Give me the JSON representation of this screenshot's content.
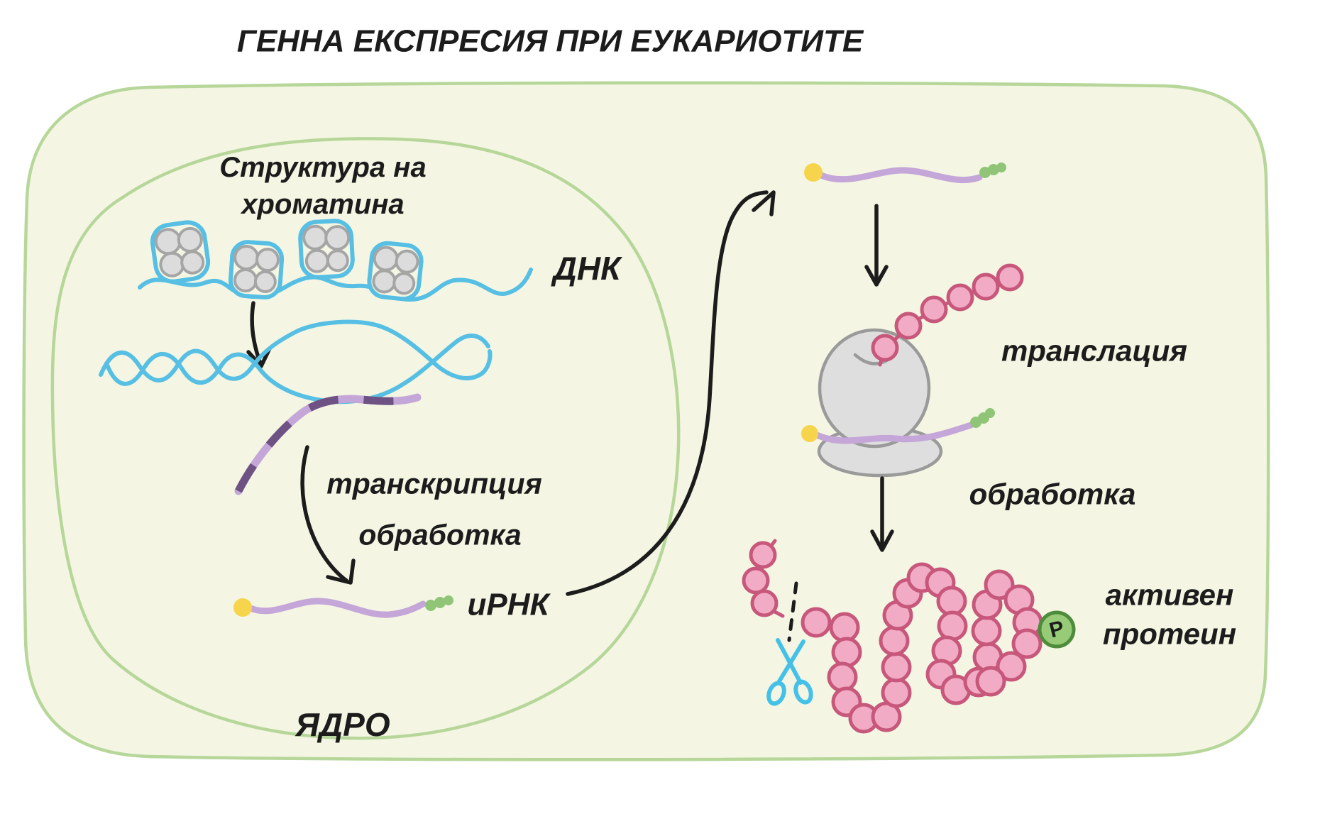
{
  "title": "ГЕННА ЕКСПРЕСИЯ ПРИ ЕУКАРИОТИТЕ",
  "nucleus": {
    "label": "ЯДРО",
    "chromatin_label": "Структура на хроматина",
    "dna_label": "ДНК",
    "transcription_label": "транскрипция",
    "processing_label": "обработка",
    "mrna_label": "иРНК"
  },
  "cytoplasm": {
    "translation_label": "транслация",
    "processing_label": "обработка",
    "active_protein_label": "активен протеин",
    "phosphate_label": "P"
  },
  "icons": {
    "scissors": "scissors-icon",
    "phosphate_badge": "phosphate-badge"
  },
  "colors": {
    "ink": "#1c1c1c",
    "cell_fill": "#f4f6e3",
    "membrane_green": "#b7d79a",
    "dna_blue": "#56bfe3",
    "histone_gray": "#dcdcdc",
    "rna_purple": "#c5a6d8",
    "rna_dark_purple": "#6e5284",
    "cap_yellow": "#f6d44c",
    "polya_green": "#90c578",
    "ribosome_gray": "#dedede",
    "protein_pink": "#f2abc4",
    "protein_outline": "#c7577b",
    "scissors_blue": "#45c1e8",
    "phosphate_green": "#97cb78"
  }
}
